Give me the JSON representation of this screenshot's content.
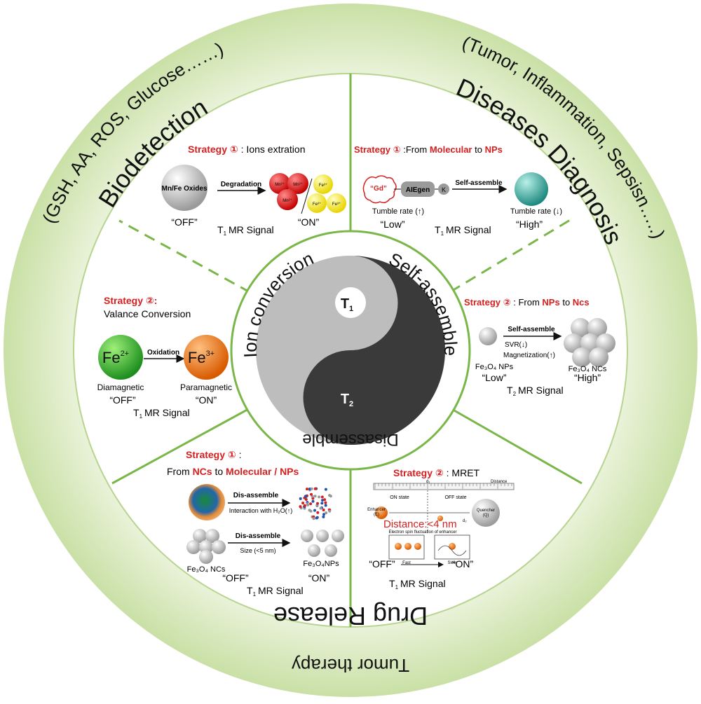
{
  "ring": {
    "biodetection": "Biodetection",
    "biodetection_sub": "(GSH, AA, ROS, Glucose……)",
    "diagnosis": "Diseases Diagnosis",
    "diagnosis_sub": "(Tumor, Inflammation, Sepsisn…..)",
    "drug_release": "Drug Release",
    "drug_sub": "Tumor therapy"
  },
  "center": {
    "ion_conversion": "Ion conversion",
    "self_assemble": "Self-assemble",
    "disassemble": "Disassemble",
    "t1": "T",
    "t1_sub": "1",
    "t2": "T",
    "t2_sub": "2"
  },
  "q_top_left": {
    "title_red": "Strategy ①",
    "title_rest": " : Ions extration",
    "oxide": "Mn/Fe Oxides",
    "arrow": "Degradation",
    "mn_labels": [
      "Mn²⁺",
      "Mn²⁺",
      "Mn²⁺"
    ],
    "fe_labels": [
      "Fe³⁺",
      "Fe³⁺",
      "Fe³⁺"
    ],
    "off": "“OFF”",
    "on": "“ON”",
    "signal_t": "T",
    "signal_sub": "1",
    "signal_rest": "MR  Signal"
  },
  "q_top_right": {
    "title_red": "Strategy ①",
    "title_mid": " :From ",
    "title_red2": "Molecular",
    "title_to": " to ",
    "title_red3": "NPs",
    "gd": "“Gd”",
    "aiegen": "AIEgen",
    "k": "K",
    "arrow": "Self-assemble",
    "tumble_low": "Tumble rate (↑)",
    "tumble_high": "Tumble rate (↓)",
    "low": "“Low”",
    "high": "“High”",
    "signal_t": "T",
    "signal_sub": "1",
    "signal_rest": "MR  Signal"
  },
  "q_left": {
    "title_red": "Strategy ②:",
    "subtitle": "Valance Conversion",
    "fe2": "Fe",
    "fe2_sup": "2+",
    "fe3": "Fe",
    "fe3_sup": "3+",
    "arrow": "Oxidation",
    "dia": "Diamagnetic",
    "para": "Paramagnetic",
    "off": "“OFF”",
    "on": "“ON”",
    "signal_t": "T",
    "signal_sub": "1",
    "signal_rest": "MR  Signal"
  },
  "q_right": {
    "title_red": "Strategy ②",
    "title_mid": " : From ",
    "title_red2": "NPs",
    "title_to": " to ",
    "title_red3": "Ncs",
    "arrow": "Self-assemble",
    "svr": "SVR(↓)",
    "mag": "Magnetization(↑)",
    "np_label": "Fe₃O₄ NPs",
    "nc_label": "Fe₃O₄ NCs",
    "low": "“Low”",
    "high": "“High”",
    "signal_t": "T",
    "signal_sub": "2",
    "signal_rest": "MR  Signal"
  },
  "q_bottom_left": {
    "title_red": "Strategy ①",
    "title_rest": " :",
    "line2_a": "From ",
    "line2_red": "NCs",
    "line2_b": " to ",
    "line2_red2": "Molecular / NPs",
    "arrow1": "Dis-assemble",
    "arrow1_sub": "Interaction with H₂O(↑)",
    "arrow2": "Dis-assemble",
    "arrow2_sub": "Size (<5 nm)",
    "nc_label": "Fe₃O₄ NCs",
    "np_label": "Fe₃O₄NPs",
    "off": "“OFF”",
    "on": "“ON”",
    "signal_t": "T",
    "signal_sub": "1",
    "signal_rest": "MR  Signal"
  },
  "q_bottom_right": {
    "title_red": "Strategy ②",
    "title_rest": " : MRET",
    "d1": "d₁",
    "distance": "Distance",
    "on_state": "ON state",
    "off_state": "OFF state",
    "enhancer": "Enhancer",
    "enhancer_e": "(E)",
    "quencher": "Quencher",
    "quencher_q": "(Q)",
    "d2": "d₂",
    "distance_big": "Distance:<4 nm",
    "spin": "Electron spin fluctuation of enhancer",
    "fast": "Fast",
    "slow": "Slow",
    "off": "“OFF”",
    "on": "“ON”",
    "signal_t": "T",
    "signal_sub": "1",
    "signal_rest": "MR  Signal"
  },
  "colors": {
    "ring": "#cfe3ad",
    "ring_inner": "#e6f0d2",
    "divider": "#7ab648",
    "yin_dark": "#3b3a3a",
    "yin_light": "#bdbdbd",
    "red": "#d42020",
    "fe2": "#2eaa2e",
    "fe3": "#f07a1e",
    "teal": "#3fa8a0"
  }
}
